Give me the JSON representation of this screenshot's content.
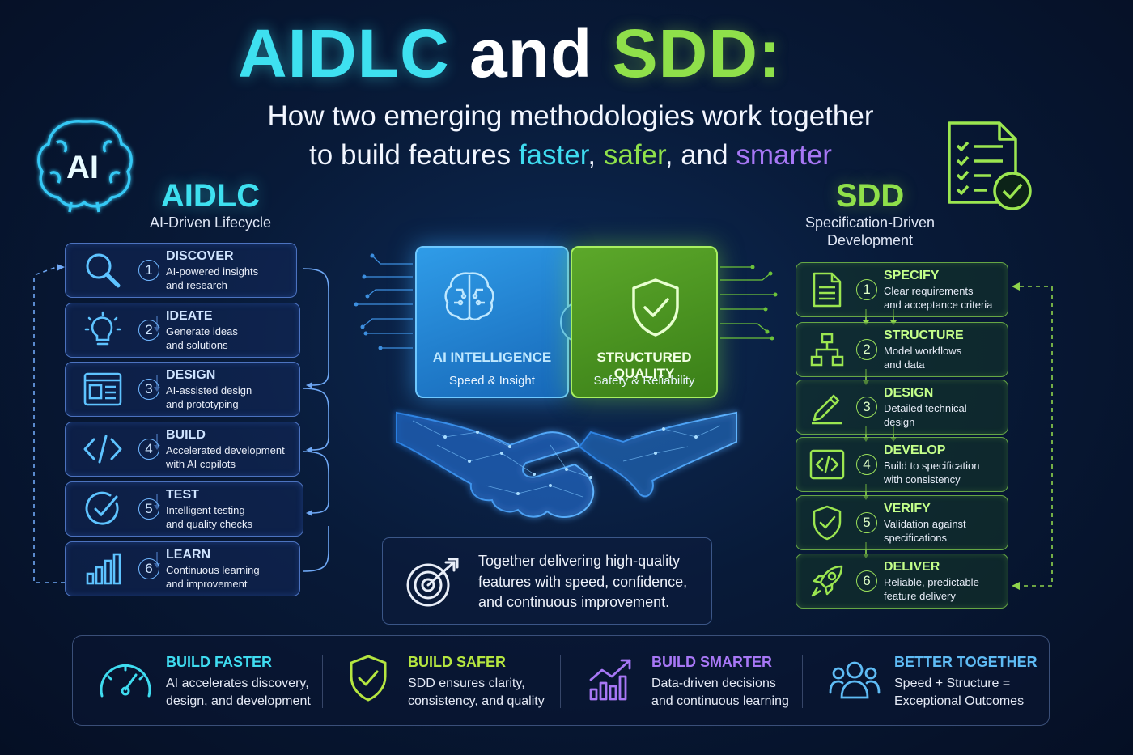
{
  "title": {
    "part1": "AIDLC",
    "part2": " and ",
    "part3": "SDD:"
  },
  "subtitle": {
    "line1": "How two emerging methodologies work together",
    "line2_a": "to build features ",
    "faster": "faster",
    "comma1": ", ",
    "safer": "safer",
    "comma2": ", and ",
    "smarter": "smarter"
  },
  "ai_badge": "AI",
  "aidlc": {
    "name": "AIDLC",
    "full": "AI-Driven Lifecycle",
    "steps": [
      {
        "num": "1",
        "title": "DISCOVER",
        "l1": "AI-powered insights",
        "l2": "and research",
        "icon": "magnifier-icon"
      },
      {
        "num": "2",
        "title": "IDEATE",
        "l1": "Generate ideas",
        "l2": "and solutions",
        "icon": "lightbulb-icon"
      },
      {
        "num": "3",
        "title": "DESIGN",
        "l1": "AI-assisted design",
        "l2": "and prototyping",
        "icon": "layout-icon"
      },
      {
        "num": "4",
        "title": "BUILD",
        "l1": "Accelerated development",
        "l2": "with AI copilots",
        "icon": "code-icon"
      },
      {
        "num": "5",
        "title": "TEST",
        "l1": "Intelligent testing",
        "l2": "and quality checks",
        "icon": "check-circle-icon"
      },
      {
        "num": "6",
        "title": "LEARN",
        "l1": "Continuous learning",
        "l2": "and improvement",
        "icon": "bar-chart-icon"
      }
    ]
  },
  "sdd": {
    "name": "SDD",
    "full_l1": "Specification-Driven",
    "full_l2": "Development",
    "steps": [
      {
        "num": "1",
        "title": "SPECIFY",
        "l1": "Clear requirements",
        "l2": "and acceptance criteria",
        "icon": "document-icon"
      },
      {
        "num": "2",
        "title": "STRUCTURE",
        "l1": "Model workflows",
        "l2": "and data",
        "icon": "hierarchy-icon"
      },
      {
        "num": "3",
        "title": "DESIGN",
        "l1": "Detailed technical",
        "l2": "design",
        "icon": "pencil-icon"
      },
      {
        "num": "4",
        "title": "DEVELOP",
        "l1": "Build to specification",
        "l2": "with consistency",
        "icon": "code-window-icon"
      },
      {
        "num": "5",
        "title": "VERIFY",
        "l1": "Validation against",
        "l2": "specifications",
        "icon": "shield-check-icon"
      },
      {
        "num": "6",
        "title": "DELIVER",
        "l1": "Reliable, predictable",
        "l2": "feature delivery",
        "icon": "rocket-icon"
      }
    ]
  },
  "puzzle": {
    "left": {
      "title": "AI INTELLIGENCE",
      "sub": "Speed & Insight"
    },
    "right": {
      "title": "STRUCTURED QUALITY",
      "sub": "Safety & Reliability"
    }
  },
  "together": {
    "l1": "Together delivering high-quality",
    "l2": "features with speed, confidence,",
    "l3": "and continuous improvement."
  },
  "bottom": [
    {
      "title": "BUILD FASTER",
      "l1": "AI accelerates discovery,",
      "l2": "design, and development",
      "color": "#3fdcf0",
      "icon": "speedometer-icon"
    },
    {
      "title": "BUILD SAFER",
      "l1": "SDD ensures clarity,",
      "l2": "consistency, and quality",
      "color": "#8fe04a",
      "icon": "shield-check-icon"
    },
    {
      "title": "BUILD SMARTER",
      "l1": "Data-driven decisions",
      "l2": "and continuous learning",
      "color": "#a777f5",
      "icon": "growth-chart-icon"
    },
    {
      "title": "BETTER TOGETHER",
      "l1": "Speed + Structure =",
      "l2": "Exceptional Outcomes",
      "color": "#5fbcf5",
      "icon": "team-icon"
    }
  ],
  "colors": {
    "cyan": "#3ee0f0",
    "green": "#8fe04a",
    "purple": "#a777f5",
    "blue": "#5fbcf5"
  }
}
